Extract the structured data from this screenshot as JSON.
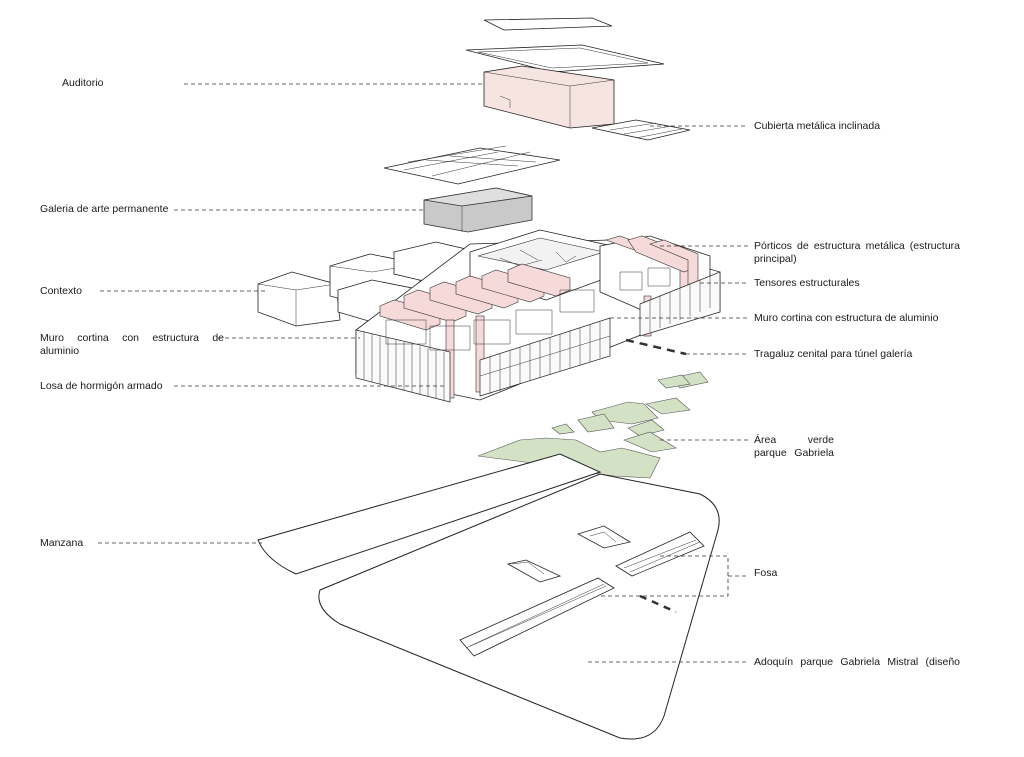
{
  "labels": {
    "auditorio": "Auditorio",
    "cubierta": "Cubierta metálica inclinada",
    "galeria": "Galeria de arte permanente",
    "porticos": "Pórticos de estructura metálica (estructura principal)",
    "contexto": "Contexto",
    "tensores": "Tensores estructurales",
    "muro_izq": "Muro cortina con estructura de aluminio",
    "muro_der": "Muro cortina con estructura de aluminio",
    "tragaluz": "Tragaluz cenital para túnel galería",
    "losa": "Losa de hormigón armado",
    "area_verde_1": "Área verde",
    "area_verde_2": "parque Gabriela",
    "manzana": "Manzana",
    "fosa": "Fosa",
    "adoquin": "Adoquín parque Gabriela Mistral (diseño"
  },
  "colors": {
    "auditorio": "#f6e4e1",
    "porticos": "#f6d9d9",
    "galeria": "#c9c9c9",
    "area_verde": "#d3e2c5",
    "line": "#222222"
  }
}
